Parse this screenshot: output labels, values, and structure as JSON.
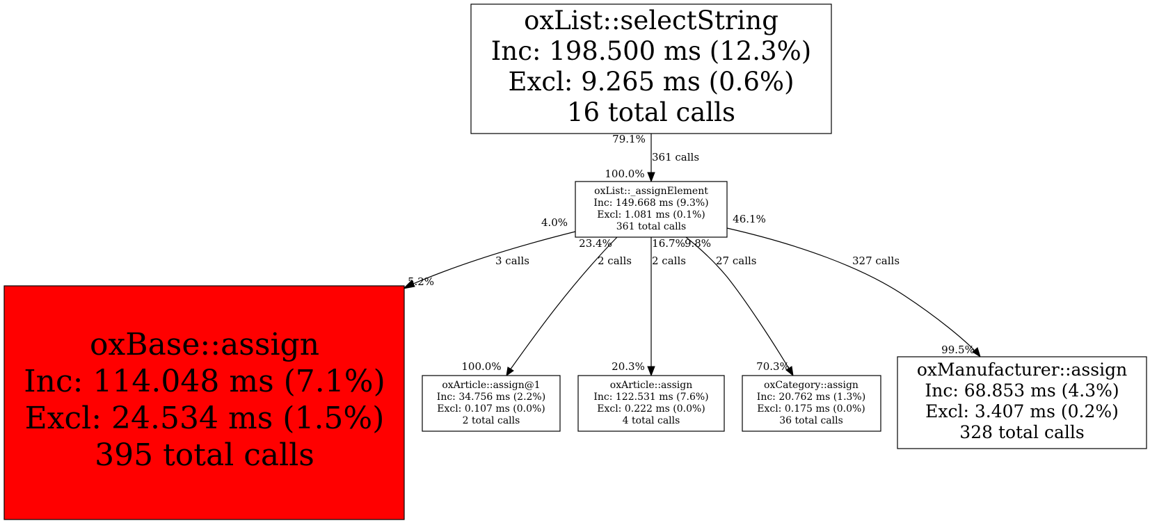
{
  "nodes": {
    "select_string": {
      "fill": "#ffffff",
      "lines": [
        "oxList::selectString",
        "Inc: 198.500 ms (12.3%)",
        "Excl: 9.265 ms (0.6%)",
        "16 total calls"
      ]
    },
    "assign_element": {
      "fill": "#ffffff",
      "lines": [
        "oxList::_assignElement",
        "Inc: 149.668 ms (9.3%)",
        "Excl: 1.081 ms (0.1%)",
        "361 total calls"
      ]
    },
    "base_assign": {
      "fill": "#ff0000",
      "lines": [
        "oxBase::assign",
        "Inc: 114.048 ms (7.1%)",
        "Excl: 24.534 ms (1.5%)",
        "395 total calls"
      ]
    },
    "article_assign1": {
      "fill": "#ffffff",
      "lines": [
        "oxArticle::assign@1",
        "Inc: 34.756 ms (2.2%)",
        "Excl: 0.107 ms (0.0%)",
        "2 total calls"
      ]
    },
    "article_assign": {
      "fill": "#ffffff",
      "lines": [
        "oxArticle::assign",
        "Inc: 122.531 ms (7.6%)",
        "Excl: 0.222 ms (0.0%)",
        "4 total calls"
      ]
    },
    "category_assign": {
      "fill": "#ffffff",
      "lines": [
        "oxCategory::assign",
        "Inc: 20.762 ms (1.3%)",
        "Excl: 0.175 ms (0.0%)",
        "36 total calls"
      ]
    },
    "manufacturer_assign": {
      "fill": "#ffffff",
      "lines": [
        "oxManufacturer::assign",
        "Inc: 68.853 ms (4.3%)",
        "Excl: 3.407 ms (0.2%)",
        "328 total calls"
      ]
    }
  },
  "edges": {
    "select_to_element": {
      "tail_pct": "79.1%",
      "calls": "361 calls",
      "head_pct": "100.0%"
    },
    "element_to_base": {
      "tail_pct": "4.0%",
      "calls": "3 calls",
      "head_pct": "5.2%"
    },
    "element_to_article1": {
      "tail_pct": "23.4%",
      "calls": "2 calls",
      "head_pct": "100.0%"
    },
    "element_to_article": {
      "tail_pct": "16.7%",
      "calls": "2 calls",
      "head_pct": "20.3%"
    },
    "element_to_category": {
      "tail_pct": "9.8%",
      "calls": "27 calls",
      "head_pct": "70.3%"
    },
    "element_to_manufacturer": {
      "tail_pct": "46.1%",
      "calls": "327 calls",
      "head_pct": "99.5%"
    }
  }
}
